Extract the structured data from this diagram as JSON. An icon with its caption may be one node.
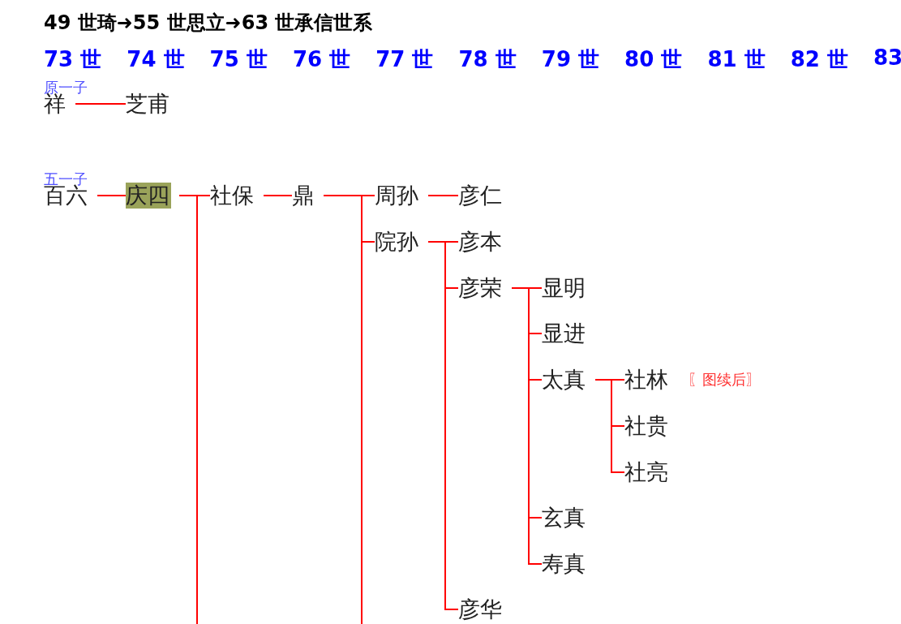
{
  "diagram": {
    "title": "49 世琦➜55 世思立➜63 世承信世系",
    "nodes": [
      {
        "text": [
          "祥"
        ],
        "beside": [
          "原一子"
        ]
      },
      {
        "text": [
          "芝甫"
        ]
      },
      {
        "text": [
          "百六"
        ],
        "beside": [
          "五一子"
        ]
      },
      {
        "text": [
          "庆四"
        ]
      },
      {
        "text": [
          "社保"
        ]
      },
      {
        "text": [
          "鼎"
        ]
      },
      {
        "text": [
          "周孙"
        ]
      },
      {
        "text": [
          "彦仁"
        ]
      },
      {
        "text": [
          "院孙"
        ]
      },
      {
        "text": [
          "彦本"
        ]
      },
      {
        "text": [
          "彦荣"
        ]
      },
      {
        "text": [
          "显明"
        ]
      },
      {
        "text": [
          "显进"
        ]
      },
      {
        "text": [
          "太真"
        ]
      },
      {
        "text": [
          "社林"
        ],
        "beside": [
          "〖图续后〗"
        ]
      },
      {
        "text": [
          "社贵"
        ]
      },
      {
        "text": [
          "社亮"
        ]
      },
      {
        "text": [
          "玄真"
        ]
      },
      {
        "text": [
          "寿真"
        ]
      },
      {
        "text": [
          "彦华"
        ]
      }
    ],
    "edges": [
      {
        "from": 0,
        "to": 1,
        "arrow": "none"
      },
      {
        "from": 2,
        "to": 3,
        "arrow": "none"
      },
      {
        "from": 3,
        "to": 4,
        "arrow": "none"
      },
      {
        "from": 3,
        "to": null,
        "arrow": "none"
      },
      {
        "from": 4,
        "to": 5,
        "arrow": "none"
      },
      {
        "from": 5,
        "to": 6,
        "arrow": "none"
      },
      {
        "from": 5,
        "to": 8,
        "arrow": "none"
      },
      {
        "from": 5,
        "to": null,
        "arrow": "none"
      },
      {
        "from": 6,
        "to": 7,
        "arrow": "none"
      },
      {
        "from": 8,
        "to": 9,
        "arrow": "none"
      },
      {
        "from": 8,
        "to": 10,
        "arrow": "none"
      },
      {
        "from": 8,
        "to": 19,
        "arrow": "none"
      },
      {
        "from": 10,
        "to": 11,
        "arrow": "none"
      },
      {
        "from": 10,
        "to": 12,
        "arrow": "none"
      },
      {
        "from": 10,
        "to": 13,
        "arrow": "none"
      },
      {
        "from": 10,
        "to": 17,
        "arrow": "none"
      },
      {
        "from": 10,
        "to": 18,
        "arrow": "none"
      },
      {
        "from": 13,
        "to": 14,
        "arrow": "none"
      },
      {
        "from": 13,
        "to": 15,
        "arrow": "none"
      },
      {
        "from": 13,
        "to": 16,
        "arrow": "none"
      }
    ],
    "labels": [
      "73 世",
      "74 世",
      "75 世",
      "76 世",
      "77 世",
      "78 世",
      "79 世",
      "80 世",
      "81 世",
      "82 世",
      "83"
    ]
  }
}
